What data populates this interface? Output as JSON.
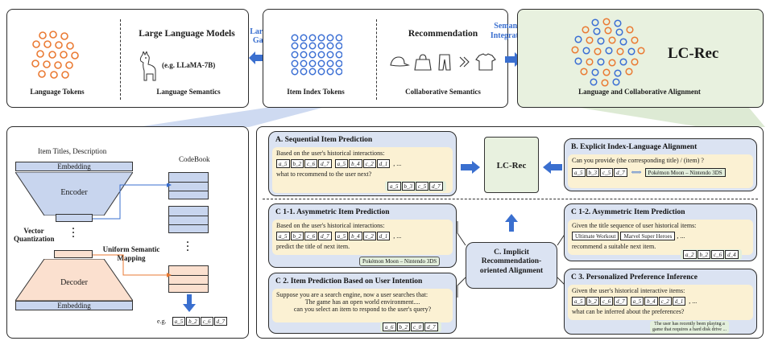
{
  "top": {
    "panel1": {
      "tokens_label": "Language Tokens",
      "llm_title": "Large Language Models",
      "llm_example": "(e.g. LLaMA-7B)",
      "semantics_label": "Language Semantics"
    },
    "gap_label_1": "Large",
    "gap_label_2": "Gap",
    "panel2": {
      "tokens_label": "Item Index Tokens",
      "rec_title": "Recommendation",
      "semantics_label": "Collaborative Semantics"
    },
    "integ_label_1": "Semantic",
    "integ_label_2": "Integration",
    "panel3": {
      "title": "LC-Rec",
      "subtitle": "Language and Collaborative Alignment"
    }
  },
  "left": {
    "input_label": "Item Titles, Description",
    "embedding_top": "Embedding",
    "encoder": "Encoder",
    "codebook": "CodeBook",
    "vq_1": "Vector",
    "vq_2": "Quantization",
    "usm_1": "Uniform Semantic",
    "usm_2": "Mapping",
    "decoder": "Decoder",
    "embedding_bottom": "Embedding",
    "eg": "e.g.",
    "example_tokens": [
      "a_5",
      "b_2",
      "c_6",
      "d_7"
    ]
  },
  "right": {
    "center_label": "LC-Rec",
    "implicit_1": "C. Implicit",
    "implicit_2": "Recommendation-",
    "implicit_3": "oriented Alignment",
    "A": {
      "title": "A. Sequential Item Prediction",
      "line1": "Based on the user's historical interactions:",
      "seq": [
        [
          "a_5",
          "b_2",
          "c_6",
          "d_7"
        ],
        [
          "a_5",
          "b_4",
          "c_2",
          "d_1"
        ]
      ],
      "ellipsis": ", ...",
      "line2": "what to recommend to the user next?",
      "answer": [
        "a_5",
        "b_3",
        "c_5",
        "d_7"
      ]
    },
    "B": {
      "title": "B. Explicit Index-Language Alignment",
      "line1": "Can you provide (the corresponding title) / (item) ?",
      "tokens": [
        "a_5",
        "b_3",
        "c_5",
        "d_7"
      ],
      "answer": "Pokémon Moon – Nintendo 3DS"
    },
    "C11": {
      "title": "C 1-1.  Asymmetric Item Prediction",
      "line1": "Based on the user's historical interactions:",
      "seq": [
        [
          "a_5",
          "b_2",
          "c_6",
          "d_7"
        ],
        [
          "a_5",
          "b_4",
          "c_2",
          "d_1"
        ]
      ],
      "ellipsis": ", ...",
      "line2": "predict the title of next item.",
      "answer": "Pokémon Moon – Nintendo 3DS"
    },
    "C12": {
      "title": "C 1-2.  Asymmetric Item Prediction",
      "line1": "Given the title sequence of user historical items:",
      "titles": [
        "Ultimate Workout",
        "Marvel Super Heroes"
      ],
      "ellipsis": ", ...",
      "line2": "recommend a suitable next item.",
      "answer": [
        "a_2",
        "b_2",
        "c_6",
        "d_4"
      ]
    },
    "C2": {
      "title": "C 2.  Item Prediction Based on User Intention",
      "line1": "Suppose you are a search engine, now a user searches that:",
      "line2": "The game has an open world environment....",
      "line3": "can you select an item to respond to the user's query?",
      "answer": [
        "a_6",
        "b_2",
        "c_0",
        "d_7"
      ]
    },
    "C3": {
      "title": "C 3.  Personalized Preference Inference",
      "line1": "Given the user's historical interactive items:",
      "seq": [
        [
          "a_5",
          "b_2",
          "c_6",
          "d_7"
        ],
        [
          "a_5",
          "b_4",
          "c_2",
          "d_1"
        ]
      ],
      "ellipsis": ", ...",
      "line2": "what can be inferred about the preferences?",
      "answer_1": "The user has recently been playing a",
      "answer_2": "game that requires a hard disk drive ..."
    }
  },
  "colors": {
    "orange": "#ea7a33",
    "blue": "#3b6fd4",
    "arrow": "#3a6fcf",
    "card": "#dbe3f2",
    "prompt": "#fbf1d3",
    "green": "#e3efdc",
    "lcrec_bg": "#e8f1df"
  }
}
